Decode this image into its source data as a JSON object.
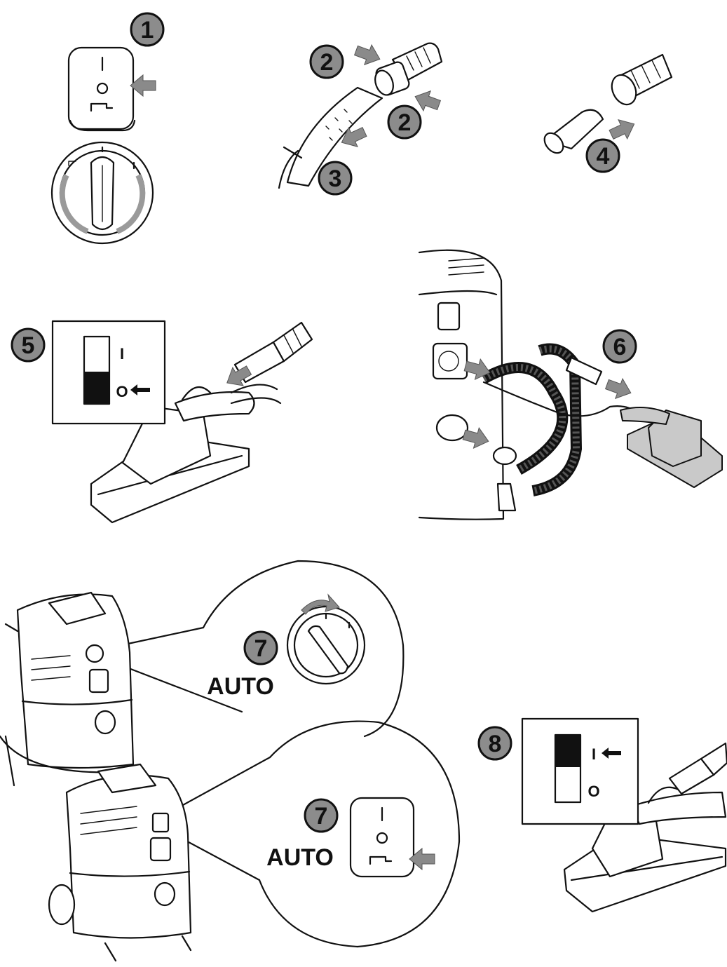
{
  "steps": {
    "s1": "1",
    "s2a": "2",
    "s2b": "2",
    "s3": "3",
    "s4": "4",
    "s5": "5",
    "s6": "6",
    "s7a": "7",
    "s7b": "7",
    "s8": "8"
  },
  "labels": {
    "auto_dial": "AUTO",
    "auto_switch": "AUTO"
  },
  "switch_symbols": {
    "on": "I",
    "off": "O"
  },
  "colors": {
    "badge": "#8c8c8c",
    "arrow": "#8a8a8a",
    "line": "#111111"
  },
  "icons": {
    "tool": "power-tool-icon",
    "arrow": "push-arrow-icon"
  }
}
